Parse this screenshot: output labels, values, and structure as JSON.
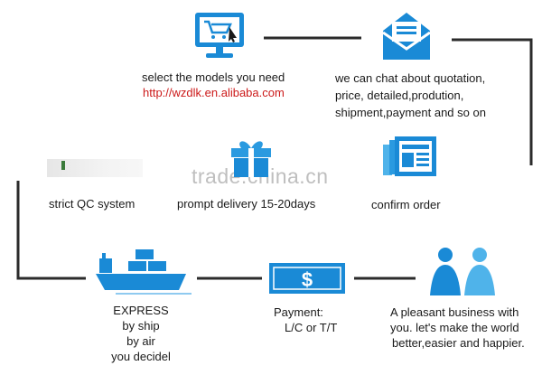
{
  "steps": {
    "select": {
      "label": "select the models you need",
      "link": "http://wzdlk.en.alibaba.com",
      "icon": "shopping-cart-monitor-icon"
    },
    "chat": {
      "line1": "we can chat about quotation,",
      "line2": "price,  detailed,prodution,",
      "line3": "shipment,payment and so on",
      "icon": "envelope-icon"
    },
    "confirm": {
      "label": "confirm order",
      "icon": "documents-icon"
    },
    "delivery": {
      "label": "prompt delivery 15-20days",
      "icon": "gift-box-icon"
    },
    "qc": {
      "label": "strict QC system",
      "icon": "qc-image-icon"
    },
    "business": {
      "line1": "A pleasant business with",
      "line2": "you. let's make the world",
      "line3": "better,easier and happier.",
      "icon": "two-people-icon"
    },
    "payment": {
      "line1": "Payment:",
      "line2": "L/C or  T/T",
      "icon": "dollar-bill-icon"
    },
    "express": {
      "line1": "EXPRESS",
      "line2": "by ship",
      "line3": "by air",
      "line4": "you decidel",
      "icon": "cargo-ship-icon"
    }
  },
  "watermark": "trade.china.cn",
  "colors": {
    "accent": "#1a8ad6",
    "accent_light": "#4fb3ea",
    "line": "#2b2b2b",
    "link": "#cc1a1a"
  }
}
